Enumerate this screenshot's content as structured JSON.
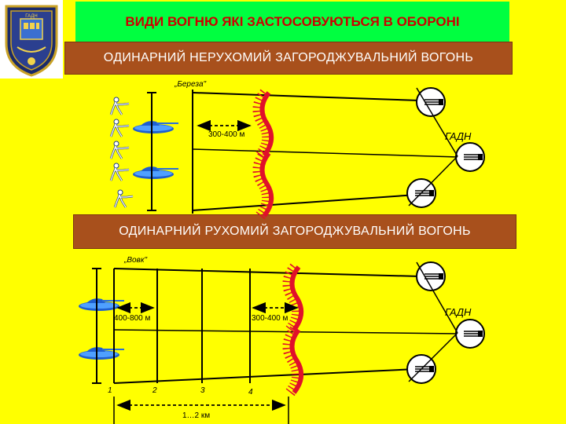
{
  "title": "ВИДИ ВОГНЮ ЯКІ ЗАСТОСОВУЮТЬСЯ В ОБОРОНІ",
  "emblem": {
    "text": "ГАДН"
  },
  "section1": {
    "banner": "ОДИНАРНИЙ НЕРУХОМИЙ ЗАГОРОДЖУВАЛЬНИЙ ВОГОНЬ",
    "code_name": "„Береза\"",
    "distance": "300-400 м",
    "unit": "ГАДН"
  },
  "section2": {
    "banner": "ОДИНАРНИЙ РУХОМИЙ ЗАГОРОДЖУВАЛЬНИЙ ВОГОНЬ",
    "code_name": "„Вовк\"",
    "distance_left": "400-800 м",
    "distance_right": "300-400 м",
    "unit": "ГАДН",
    "line_numbers": [
      "1",
      "2",
      "3",
      "4"
    ],
    "total_distance": "1…2 км"
  },
  "colors": {
    "background": "#ffff00",
    "title_bg": "#00ff40",
    "title_text": "#cc0000",
    "banner_bg": "#a8501c",
    "barrage": "#e0102a"
  }
}
